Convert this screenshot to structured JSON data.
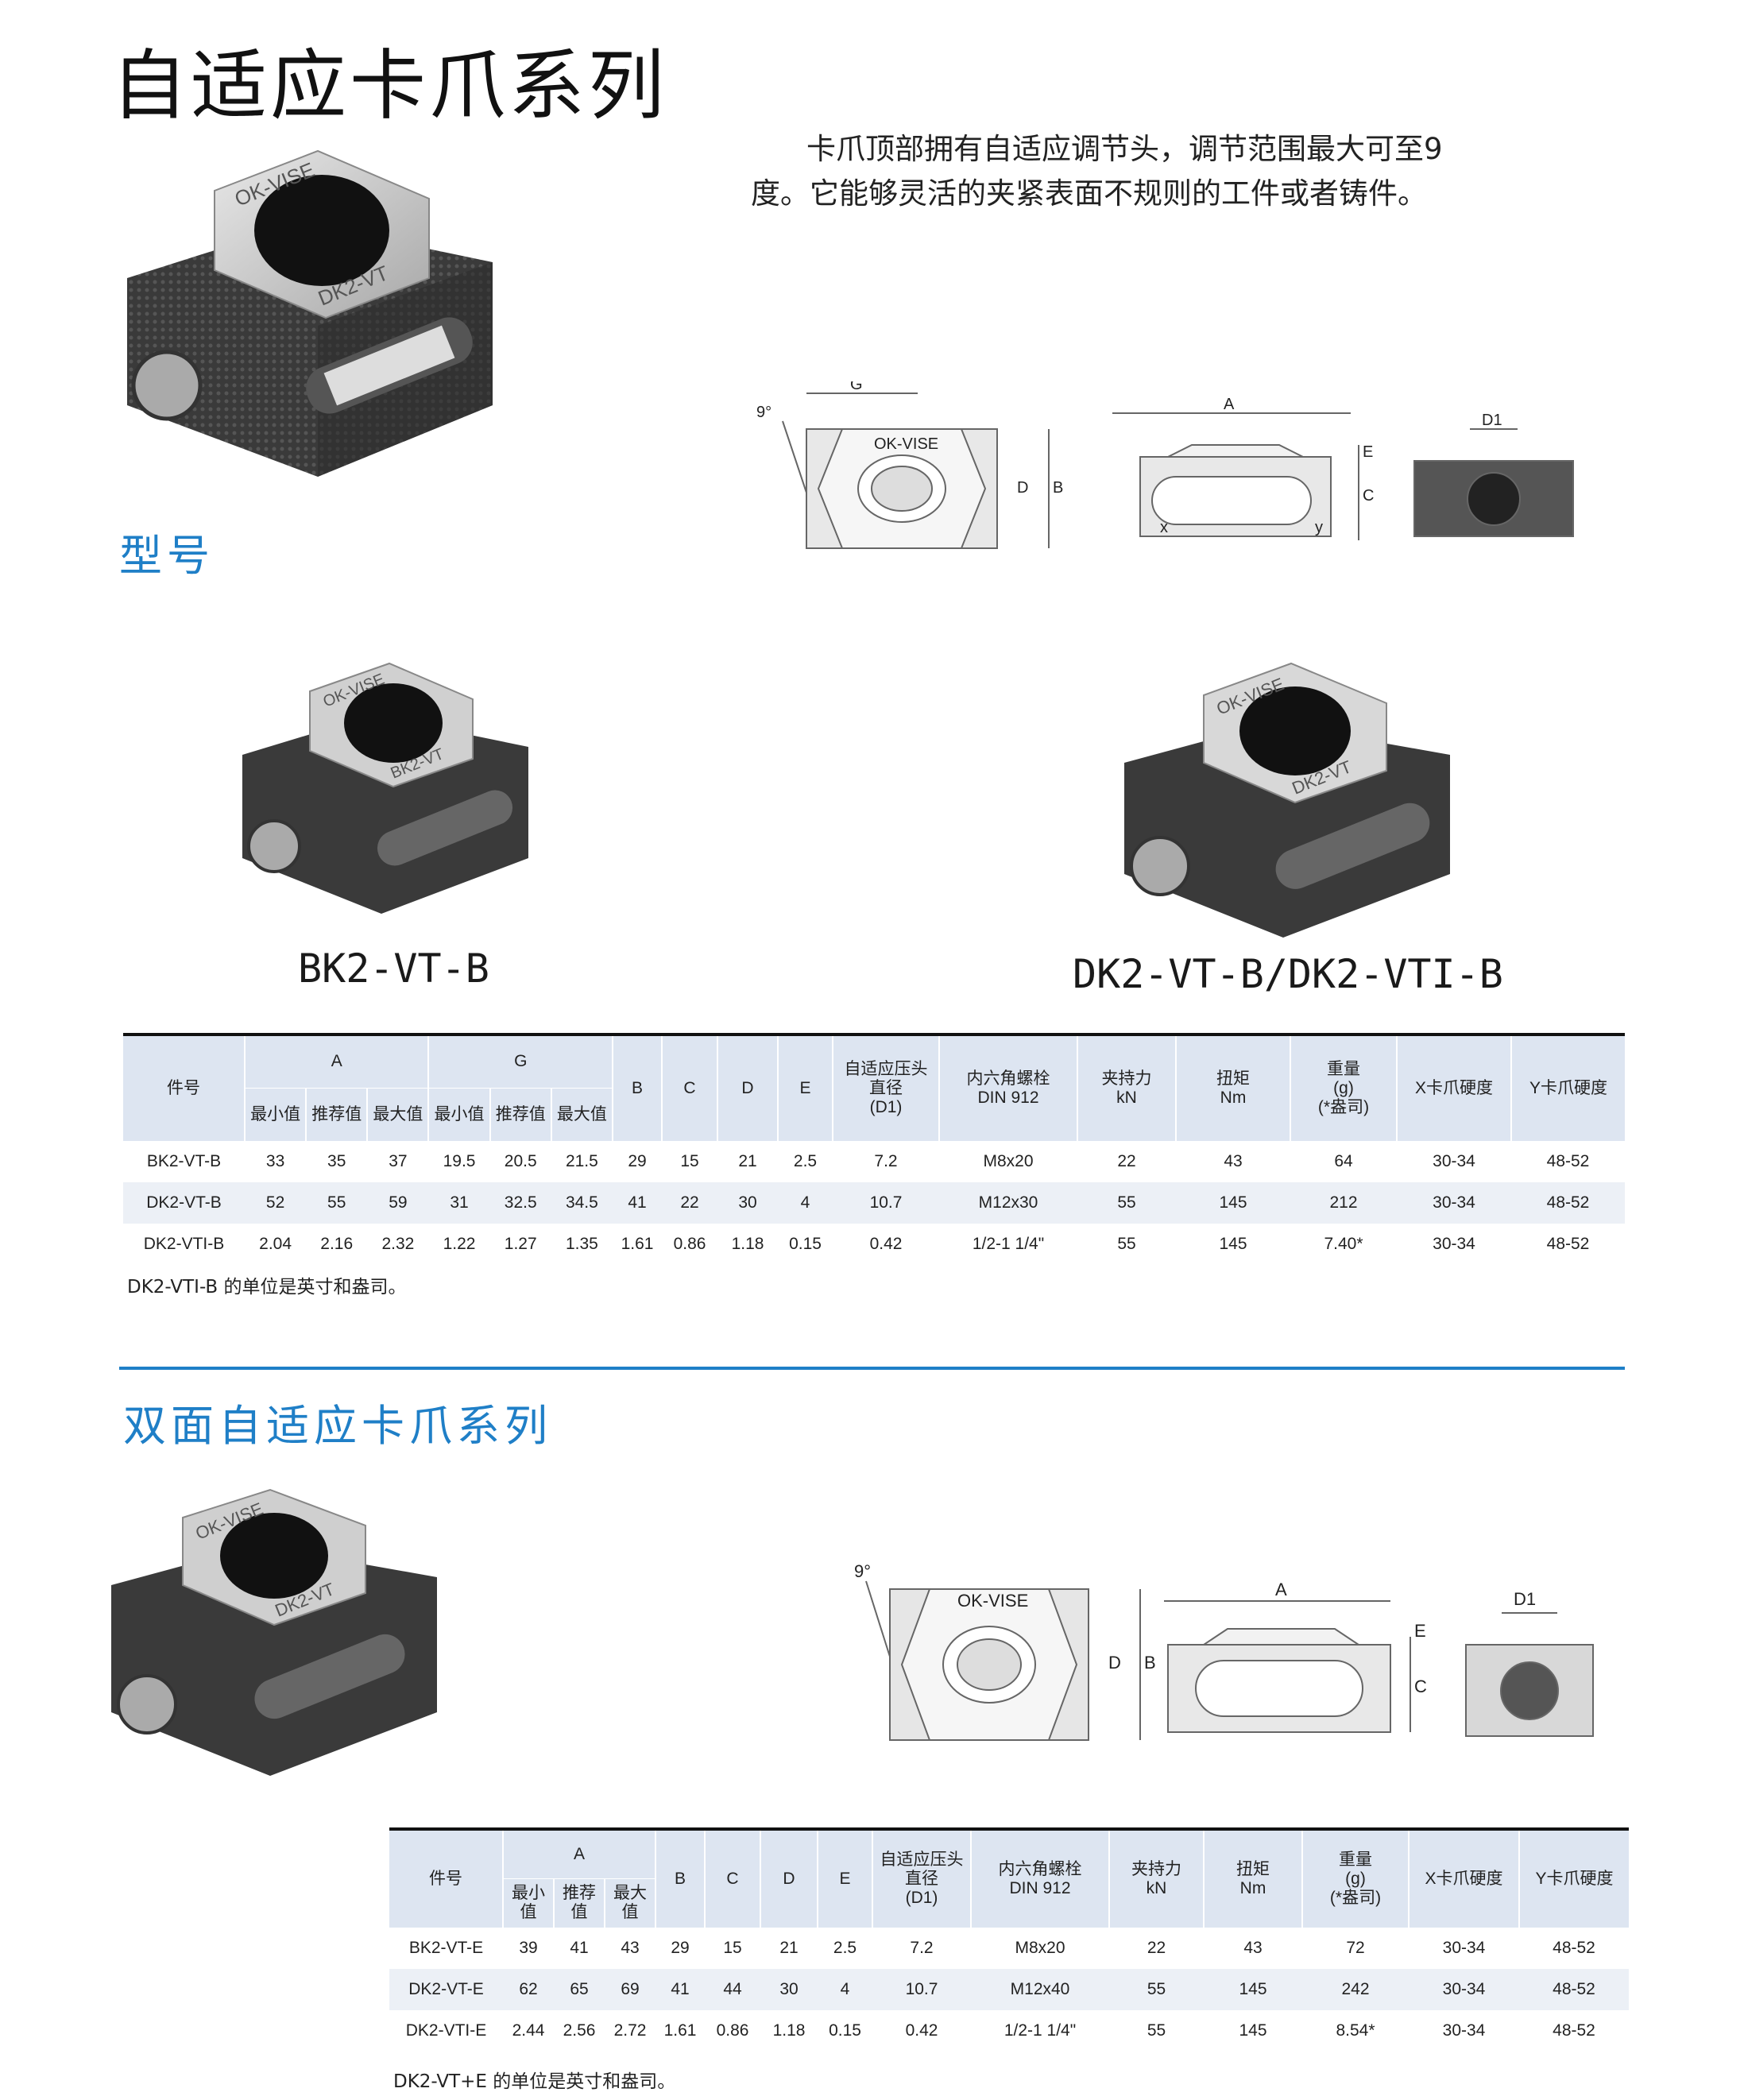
{
  "title": "自适应卡爪系列",
  "intro": [
    "卡爪顶部拥有自适应调节头，调节范围最大可至9",
    "度。它能够灵活的夹紧表面不规则的工件或者铸件。"
  ],
  "model_heading": "型号",
  "photo_text": {
    "brand": "OK-VISE",
    "dk": "DK2-VT",
    "bk": "BK2-VT"
  },
  "diagram_labels": {
    "angle": "9°",
    "g": "G",
    "a": "A",
    "b": "B",
    "c": "C",
    "d": "D",
    "e": "E",
    "d1": "D1",
    "x": "x",
    "y": "y"
  },
  "models": [
    "BK2-VT-B",
    "DK2-VT-B/DK2-VTI-B"
  ],
  "table1": {
    "h_part": "件号",
    "h_a": "A",
    "h_g": "G",
    "h_b": "B",
    "h_c": "C",
    "h_d": "D",
    "h_e": "E",
    "h_d1": [
      "自适应压头",
      "直径",
      "(D1)"
    ],
    "h_bolt": [
      "内六角螺栓",
      "DIN 912"
    ],
    "h_force": [
      "夹持力",
      "kN"
    ],
    "h_torque": [
      "扭矩",
      "Nm"
    ],
    "h_weight": [
      "重量",
      "(g)",
      "(*盎司)"
    ],
    "h_x": "X卡爪硬度",
    "h_y": "Y卡爪硬度",
    "sub": [
      "最小值",
      "推荐值",
      "最大值"
    ],
    "rows": [
      [
        "BK2-VT-B",
        "33",
        "35",
        "37",
        "19.5",
        "20.5",
        "21.5",
        "29",
        "15",
        "21",
        "2.5",
        "7.2",
        "M8x20",
        "22",
        "43",
        "64",
        "30-34",
        "48-52"
      ],
      [
        "DK2-VT-B",
        "52",
        "55",
        "59",
        "31",
        "32.5",
        "34.5",
        "41",
        "22",
        "30",
        "4",
        "10.7",
        "M12x30",
        "55",
        "145",
        "212",
        "30-34",
        "48-52"
      ],
      [
        "DK2-VTI-B",
        "2.04",
        "2.16",
        "2.32",
        "1.22",
        "1.27",
        "1.35",
        "1.61",
        "0.86",
        "1.18",
        "0.15",
        "0.42",
        "1/2-1 1/4\"",
        "55",
        "145",
        "7.40*",
        "30-34",
        "48-52"
      ]
    ],
    "note": "DK2-VTI-B 的单位是英寸和盎司。"
  },
  "section2": "双面自适应卡爪系列",
  "table2": {
    "rows": [
      [
        "BK2-VT-E",
        "39",
        "41",
        "43",
        "29",
        "15",
        "21",
        "2.5",
        "7.2",
        "M8x20",
        "22",
        "43",
        "72",
        "30-34",
        "48-52"
      ],
      [
        "DK2-VT-E",
        "62",
        "65",
        "69",
        "41",
        "44",
        "30",
        "4",
        "10.7",
        "M12x40",
        "55",
        "145",
        "242",
        "30-34",
        "48-52"
      ],
      [
        "DK2-VTI-E",
        "2.44",
        "2.56",
        "2.72",
        "1.61",
        "0.86",
        "1.18",
        "0.15",
        "0.42",
        "1/2-1 1/4\"",
        "55",
        "145",
        "8.54*",
        "30-34",
        "48-52"
      ]
    ],
    "note": "DK2-VT+E 的单位是英寸和盎司。"
  }
}
